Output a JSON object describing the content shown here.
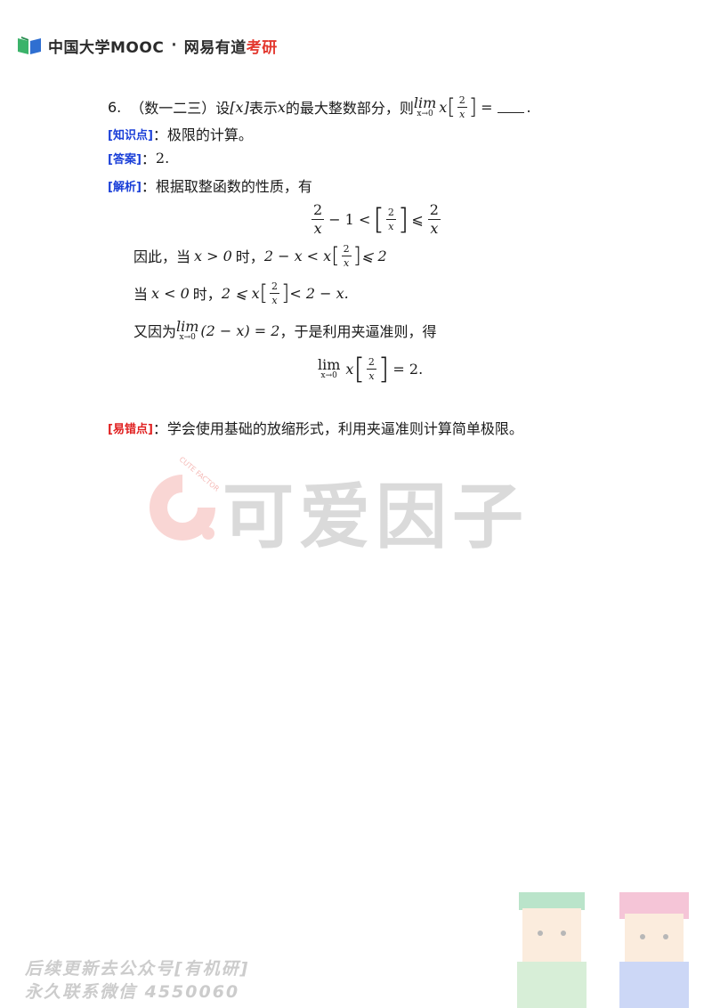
{
  "header": {
    "brand_left": "中国大学MOOC",
    "separator": "·",
    "brand_right_dark": "网易有道",
    "brand_right_red": "考研"
  },
  "problem": {
    "number": "6.",
    "source": "（数一二三）",
    "stem_a": "设",
    "bracket_x": "[x]",
    "stem_b": "表示",
    "x_var": "x",
    "stem_c": "的最大整数部分，则",
    "lim_word": "lim",
    "lim_sub": "x→0",
    "lim_x": "x",
    "frac_num": "2",
    "frac_den": "x",
    "equals": "=",
    "tail": "."
  },
  "knowledge": {
    "label": "[知识点]",
    "colon": "：",
    "text": "极限的计算。"
  },
  "answer": {
    "label": "[答案]",
    "colon": "：",
    "text": "2."
  },
  "analysis": {
    "label": "[解析]",
    "colon": "：",
    "intro": "根据取整函数的性质，有",
    "ineq1": {
      "n": "2",
      "d": "x",
      "minus1": "− 1 <",
      "le": "⩽",
      "n2": "2",
      "d2": "x"
    },
    "case_pos": {
      "prefix": "因此，当",
      "cond": "x > 0",
      "mid": "时，",
      "expr_a": "2 − x < x",
      "expr_b": "⩽ 2"
    },
    "case_neg": {
      "prefix": "当",
      "cond": "x < 0",
      "mid": "时，",
      "expr_a": "2 ⩽ x",
      "expr_b": "< 2 − x."
    },
    "since": {
      "prefix": "又因为",
      "lim": "lim",
      "sub": "x→0",
      "expr": "(2 − x) = 2",
      "suffix": "，于是利用夹逼准则，得"
    },
    "final": {
      "lim": "lim",
      "sub": "x→0",
      "x": "x",
      "result": "= 2."
    }
  },
  "pitfall": {
    "label": "[易错点]",
    "colon": "：",
    "text": "学会使用基础的放缩形式，利用夹逼准则计算简单极限。"
  },
  "watermark": {
    "text": "可爱因子",
    "small": "CUTE FACTOR"
  },
  "footer": {
    "line1": "后续更新去公众号[有机研]",
    "line2": "永久联系微信 4550060"
  },
  "colors": {
    "label_blue": "#1a3fd8",
    "label_red": "#e02020",
    "brand_red": "#e3382f",
    "logo_green": "#3bb36a",
    "logo_blue": "#2f6fd1"
  }
}
